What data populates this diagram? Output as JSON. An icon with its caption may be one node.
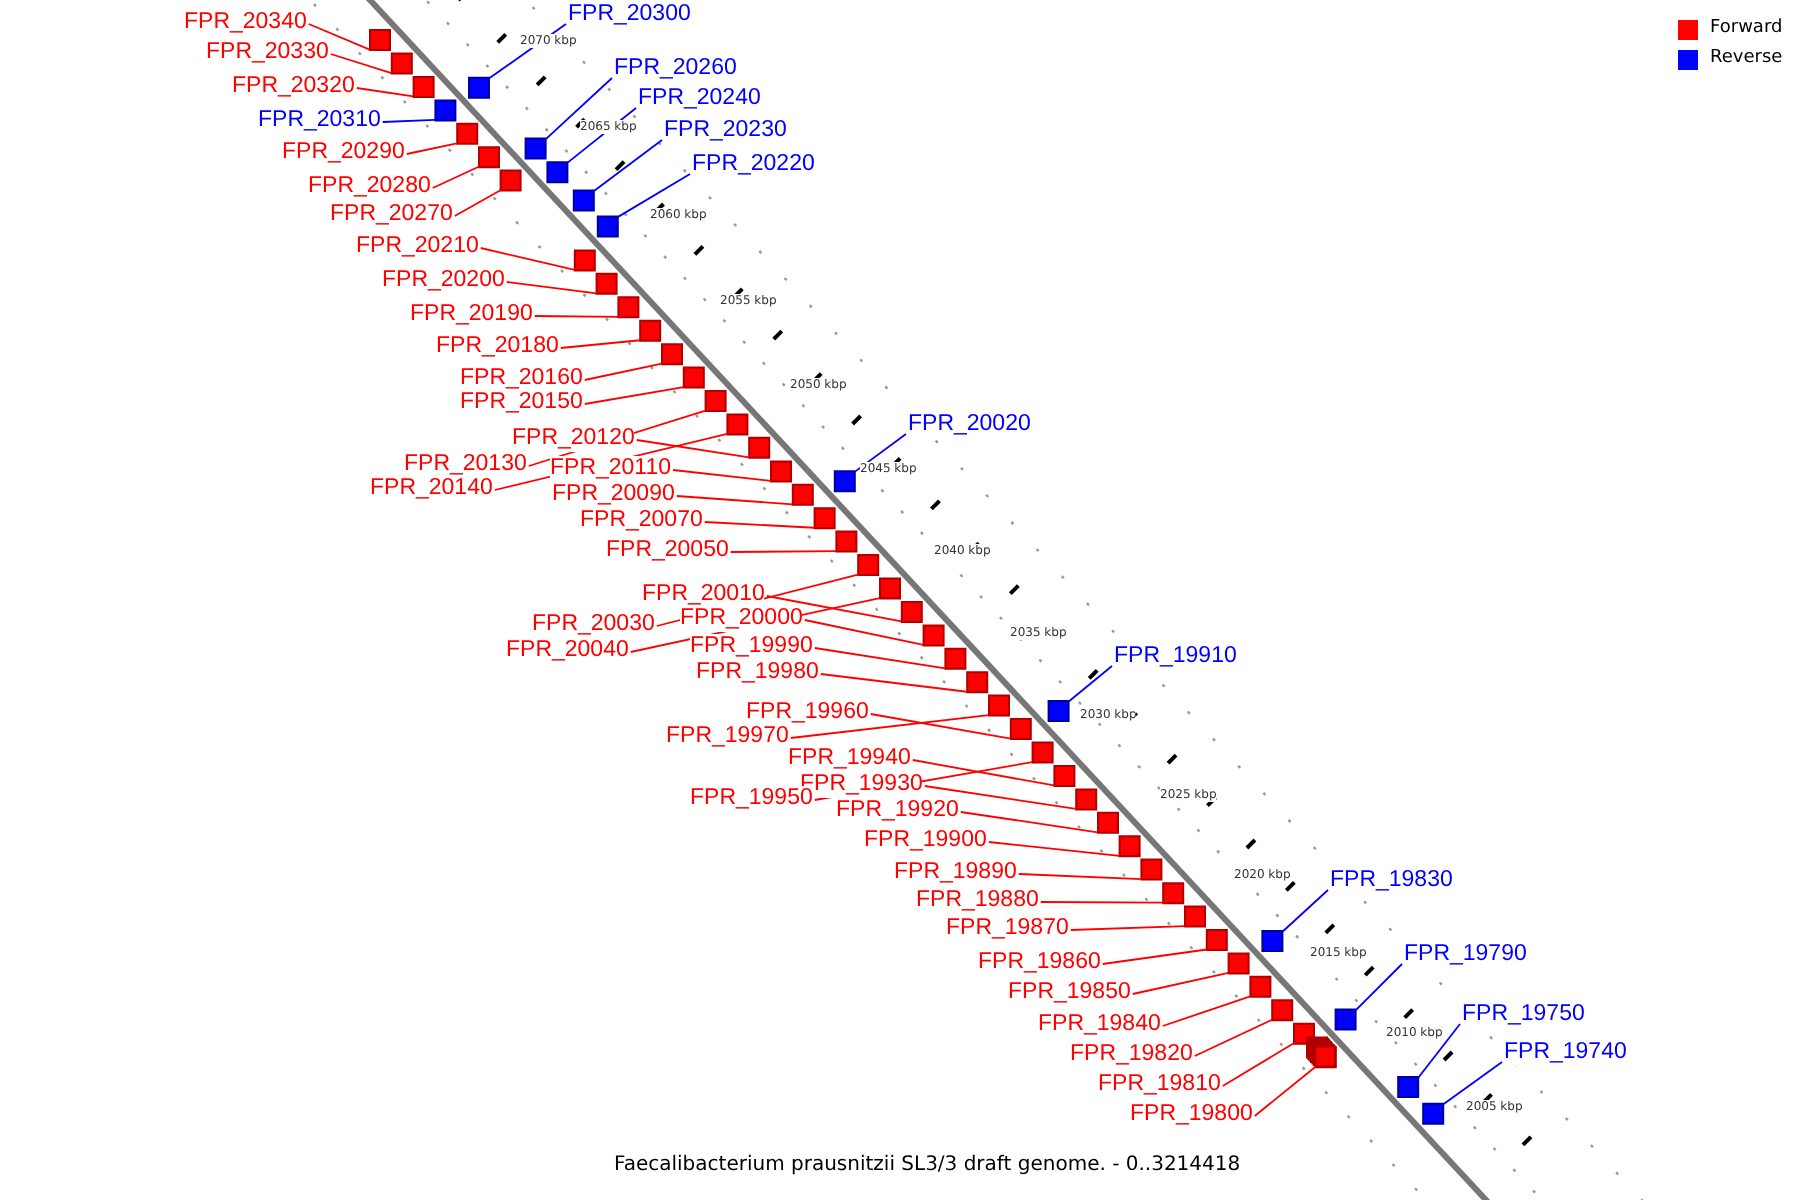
{
  "diagram": {
    "caption": "Faecalibacterium prausnitzii SL3/3 draft genome. - 0..3214418",
    "nodes": [
      {
        "text": [
          "FPR_20340"
        ]
      },
      {
        "text": [
          "FPR_20300"
        ]
      },
      {
        "text": [
          "FPR_20330"
        ]
      },
      {
        "text": [
          "FPR_20260"
        ]
      },
      {
        "text": [
          "FPR_20320"
        ]
      },
      {
        "text": [
          "FPR_20240"
        ]
      },
      {
        "text": [
          "FPR_20310"
        ]
      },
      {
        "text": [
          "FPR_20230"
        ]
      },
      {
        "text": [
          "FPR_20290"
        ]
      },
      {
        "text": [
          "FPR_20220"
        ]
      },
      {
        "text": [
          "FPR_20280"
        ]
      },
      {
        "text": [
          "FPR_20270"
        ]
      },
      {
        "text": [
          "FPR_20210"
        ]
      },
      {
        "text": [
          "FPR_20200"
        ]
      },
      {
        "text": [
          "FPR_20190"
        ]
      },
      {
        "text": [
          "FPR_20180"
        ]
      },
      {
        "text": [
          "FPR_20160"
        ]
      },
      {
        "text": [
          "FPR_20150"
        ]
      },
      {
        "text": [
          "FPR_20020"
        ]
      },
      {
        "text": [
          "FPR_20120"
        ]
      },
      {
        "text": [
          "FPR_20130"
        ]
      },
      {
        "text": [
          "FPR_20110"
        ]
      },
      {
        "text": [
          "FPR_20140"
        ]
      },
      {
        "text": [
          "FPR_20090"
        ]
      },
      {
        "text": [
          "FPR_20070"
        ]
      },
      {
        "text": [
          "FPR_20050"
        ]
      },
      {
        "text": [
          "FPR_20010"
        ]
      },
      {
        "text": [
          "FPR_20000"
        ]
      },
      {
        "text": [
          "FPR_20030"
        ]
      },
      {
        "text": [
          "FPR_19990"
        ]
      },
      {
        "text": [
          "FPR_20040"
        ]
      },
      {
        "text": [
          "FPR_19910"
        ]
      },
      {
        "text": [
          "FPR_19980"
        ]
      },
      {
        "text": [
          "FPR_19960"
        ]
      },
      {
        "text": [
          "FPR_19970"
        ]
      },
      {
        "text": [
          "FPR_19940"
        ]
      },
      {
        "text": [
          "FPR_19930"
        ]
      },
      {
        "text": [
          "FPR_19950"
        ]
      },
      {
        "text": [
          "FPR_19920"
        ]
      },
      {
        "text": [
          "FPR_19900"
        ]
      },
      {
        "text": [
          "FPR_19890"
        ]
      },
      {
        "text": [
          "FPR_19830"
        ]
      },
      {
        "text": [
          "FPR_19880"
        ]
      },
      {
        "text": [
          "FPR_19870"
        ]
      },
      {
        "text": [
          "FPR_19790"
        ]
      },
      {
        "text": [
          "FPR_19860"
        ]
      },
      {
        "text": [
          "FPR_19850"
        ]
      },
      {
        "text": [
          "FPR_19750"
        ]
      },
      {
        "text": [
          "FPR_19840"
        ]
      },
      {
        "text": [
          "FPR_19740"
        ]
      },
      {
        "text": [
          "FPR_19820"
        ]
      },
      {
        "text": [
          "FPR_19810"
        ]
      },
      {
        "text": [
          "FPR_19800"
        ]
      },
      {
        "text": [],
        "shape": "box"
      },
      {
        "text": [],
        "shape": "box"
      },
      {
        "text": [],
        "shape": "box"
      },
      {
        "text": [],
        "shape": "box"
      },
      {
        "text": [],
        "shape": "box"
      },
      {
        "text": [],
        "shape": "box"
      },
      {
        "text": [],
        "shape": "box"
      },
      {
        "text": [],
        "shape": "box"
      },
      {
        "text": [],
        "shape": "box"
      },
      {
        "text": [],
        "shape": "box"
      },
      {
        "text": [],
        "shape": "box"
      },
      {
        "text": [],
        "shape": "box"
      },
      {
        "text": [],
        "shape": "box"
      },
      {
        "text": [],
        "shape": "box"
      },
      {
        "text": [],
        "shape": "box"
      },
      {
        "text": [],
        "shape": "box"
      },
      {
        "text": [],
        "shape": "box"
      },
      {
        "text": [],
        "shape": "box"
      },
      {
        "text": [],
        "shape": "box"
      },
      {
        "text": [],
        "shape": "box"
      },
      {
        "text": [],
        "shape": "box"
      },
      {
        "text": [],
        "shape": "box"
      },
      {
        "text": [],
        "shape": "box"
      },
      {
        "text": [],
        "shape": "box"
      },
      {
        "text": [],
        "shape": "box"
      },
      {
        "text": [],
        "shape": "box"
      },
      {
        "text": [],
        "shape": "box"
      },
      {
        "text": [],
        "shape": "box"
      },
      {
        "text": [],
        "shape": "box"
      },
      {
        "text": [],
        "shape": "box"
      },
      {
        "text": [],
        "shape": "box"
      },
      {
        "text": [],
        "shape": "box"
      },
      {
        "text": [],
        "shape": "box"
      },
      {
        "text": [],
        "shape": "box"
      },
      {
        "text": [],
        "shape": "box"
      },
      {
        "text": [],
        "shape": "box"
      },
      {
        "text": [],
        "shape": "box"
      },
      {
        "text": [],
        "shape": "box"
      },
      {
        "text": [],
        "shape": "box"
      },
      {
        "text": [],
        "shape": "box"
      },
      {
        "text": [],
        "shape": "box"
      },
      {
        "text": [],
        "shape": "box"
      },
      {
        "text": [],
        "shape": "box"
      },
      {
        "text": [],
        "shape": "box"
      },
      {
        "text": [],
        "shape": "box"
      },
      {
        "text": [],
        "shape": "box"
      },
      {
        "text": [],
        "shape": "box"
      },
      {
        "text": [],
        "shape": "box"
      },
      {
        "text": [],
        "shape": "box"
      },
      {
        "text": [],
        "shape": "box"
      },
      {
        "text": [],
        "shape": "box"
      },
      {
        "text": [],
        "shape": "box"
      },
      {
        "text": [],
        "shape": "box"
      },
      {
        "text": [],
        "shape": "box"
      },
      {
        "text": [],
        "shape": "box"
      },
      {
        "text": [],
        "shape": "box"
      },
      {
        "text": [],
        "shape": "box"
      },
      {
        "text": [],
        "shape": "box"
      },
      {
        "text": [],
        "shape": "box"
      },
      {
        "text": [],
        "shape": "box"
      }
    ],
    "edges": [
      {
        "from": 0,
        "to": 53,
        "arrow": "none"
      },
      {
        "from": 1,
        "to": 54,
        "arrow": "none",
        "color": "#0000ff"
      },
      {
        "from": 2,
        "to": 55,
        "arrow": "none"
      },
      {
        "from": 3,
        "to": 56,
        "arrow": "none",
        "color": "#0000ff"
      },
      {
        "from": 4,
        "to": 57,
        "arrow": "none"
      },
      {
        "from": 5,
        "to": 58,
        "arrow": "none",
        "color": "#0000ff"
      },
      {
        "from": 6,
        "to": 59,
        "arrow": "none",
        "color": "#0000ff"
      },
      {
        "from": 7,
        "to": 60,
        "arrow": "none",
        "color": "#0000ff"
      },
      {
        "from": 8,
        "to": 61,
        "arrow": "none"
      },
      {
        "from": 9,
        "to": 62,
        "arrow": "none",
        "color": "#0000ff"
      },
      {
        "from": 10,
        "to": 63,
        "arrow": "none"
      },
      {
        "from": 11,
        "to": 64,
        "arrow": "none"
      },
      {
        "from": 12,
        "to": 65,
        "arrow": "none"
      },
      {
        "from": 13,
        "to": 66,
        "arrow": "none"
      },
      {
        "from": 14,
        "to": 67,
        "arrow": "none"
      },
      {
        "from": 15,
        "to": 68,
        "arrow": "none"
      },
      {
        "from": 16,
        "to": 69,
        "arrow": "none"
      },
      {
        "from": 17,
        "to": 70,
        "arrow": "none"
      },
      {
        "from": 18,
        "to": 71,
        "arrow": "none",
        "color": "#0000ff"
      },
      {
        "from": 19,
        "to": 72,
        "arrow": "none"
      },
      {
        "from": 20,
        "to": 73,
        "arrow": "none"
      },
      {
        "from": 21,
        "to": 74,
        "arrow": "none"
      },
      {
        "from": 22,
        "to": 75,
        "arrow": "none"
      },
      {
        "from": 23,
        "to": 76,
        "arrow": "none"
      },
      {
        "from": 24,
        "to": 77,
        "arrow": "none"
      },
      {
        "from": 25,
        "to": 78,
        "arrow": "none"
      },
      {
        "from": 26,
        "to": 79,
        "arrow": "none"
      },
      {
        "from": 27,
        "to": 80,
        "arrow": "none"
      },
      {
        "from": 28,
        "to": 81,
        "arrow": "none"
      },
      {
        "from": 29,
        "to": 82,
        "arrow": "none"
      },
      {
        "from": 30,
        "to": 83,
        "arrow": "none"
      },
      {
        "from": 31,
        "to": 84,
        "arrow": "none",
        "color": "#0000ff"
      },
      {
        "from": 32,
        "to": 85,
        "arrow": "none"
      },
      {
        "from": 33,
        "to": 86,
        "arrow": "none"
      },
      {
        "from": 34,
        "to": 87,
        "arrow": "none"
      },
      {
        "from": 35,
        "to": 88,
        "arrow": "none"
      },
      {
        "from": 36,
        "to": 89,
        "arrow": "none"
      },
      {
        "from": 37,
        "to": 90,
        "arrow": "none"
      },
      {
        "from": 38,
        "to": 91,
        "arrow": "none"
      },
      {
        "from": 39,
        "to": 92,
        "arrow": "none"
      },
      {
        "from": 40,
        "to": 93,
        "arrow": "none"
      },
      {
        "from": 41,
        "to": 94,
        "arrow": "none",
        "color": "#0000ff"
      },
      {
        "from": 42,
        "to": 95,
        "arrow": "none"
      },
      {
        "from": 43,
        "to": 96,
        "arrow": "none"
      },
      {
        "from": 44,
        "to": 97,
        "arrow": "none",
        "color": "#0000ff"
      },
      {
        "from": 45,
        "to": 98,
        "arrow": "none"
      },
      {
        "from": 46,
        "to": 99,
        "arrow": "none"
      },
      {
        "from": 47,
        "to": 100,
        "arrow": "none",
        "color": "#0000ff"
      },
      {
        "from": 48,
        "to": 101,
        "arrow": "none"
      },
      {
        "from": 49,
        "to": 102,
        "arrow": "none",
        "color": "#0000ff"
      },
      {
        "from": 50,
        "to": 103,
        "arrow": "none"
      },
      {
        "from": 51,
        "to": 104,
        "arrow": "none"
      },
      {
        "from": 52,
        "to": 105,
        "arrow": "none"
      }
    ],
    "labels": [
      "2070 kbp",
      "2065 kbp",
      "2060 kbp",
      "2055 kbp",
      "2050 kbp",
      "2045 kbp",
      "2040 kbp",
      "2035 kbp",
      "2030 kbp",
      "2025 kbp",
      "2020 kbp",
      "2015 kbp",
      "2010 kbp",
      "2005 kbp"
    ],
    "legend": [
      {
        "text": "Forward",
        "color": "#ff0000"
      },
      {
        "text": "Reverse",
        "color": "#0000ff"
      }
    ]
  }
}
